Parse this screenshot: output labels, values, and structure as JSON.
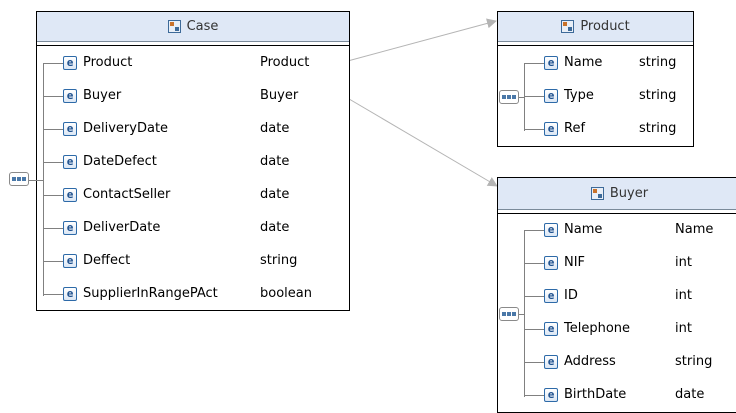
{
  "case": {
    "title": "Case",
    "rows": [
      {
        "name": "Product",
        "type": "Product"
      },
      {
        "name": "Buyer",
        "type": "Buyer"
      },
      {
        "name": "DeliveryDate",
        "type": "date"
      },
      {
        "name": "DateDefect",
        "type": "date"
      },
      {
        "name": "ContactSeller",
        "type": "date"
      },
      {
        "name": "DeliverDate",
        "type": "date"
      },
      {
        "name": "Deffect",
        "type": "string"
      },
      {
        "name": "SupplierInRangePAct",
        "type": "boolean"
      }
    ]
  },
  "product": {
    "title": "Product",
    "rows": [
      {
        "name": "Name",
        "type": "string"
      },
      {
        "name": "Type",
        "type": "string"
      },
      {
        "name": "Ref",
        "type": "string"
      }
    ]
  },
  "buyer": {
    "title": "Buyer",
    "rows": [
      {
        "name": "Name",
        "type": "Name"
      },
      {
        "name": "NIF",
        "type": "int"
      },
      {
        "name": "ID",
        "type": "int"
      },
      {
        "name": "Telephone",
        "type": "int"
      },
      {
        "name": "Address",
        "type": "string"
      },
      {
        "name": "BirthDate",
        "type": "date"
      }
    ]
  },
  "icons": {
    "element": "e",
    "type_icon": "complex-type-icon",
    "sequence_icon": "sequence-compositor-icon"
  },
  "colors": {
    "header_bg": "#dfe8f6",
    "element_icon": "#1c4f8d",
    "connector": "#b4b4b4"
  }
}
